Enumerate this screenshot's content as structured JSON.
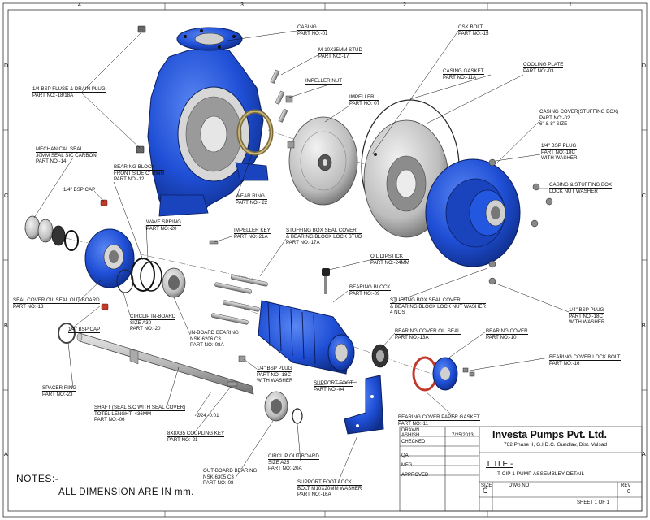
{
  "grid": {
    "top_cols": [
      "4",
      "3",
      "2",
      "1"
    ],
    "rows": [
      "D",
      "C",
      "B",
      "A"
    ]
  },
  "labels": {
    "casing": [
      "CASING.",
      "PART NO:-01"
    ],
    "stud": [
      "M-10X35mm STUD",
      "PART NO:-17"
    ],
    "plug_drain": [
      "1/4 BSP FLUSE & DRAIN PLUG",
      "PART NO:-18/18A"
    ],
    "csk_bolt": [
      "CSK BOLT",
      "PART NO:-15"
    ],
    "casing_gasket": [
      "CASING GASKET",
      "PART NO:-11A"
    ],
    "cooling_plate": [
      "COOLING PLATE",
      "PART NO:-03"
    ],
    "impeller_nut": [
      "IMPELLER NUT"
    ],
    "impeller": [
      "IMPELLER",
      "PART NO: 07"
    ],
    "casing_cover": [
      "CASING COVER(STUFFING BOX)",
      "PART NO:-02",
      "6\" & 8\" SIZE"
    ],
    "mech_seal": [
      "MECHANICAL SEAL",
      "30mm SEAL SIC CARBON",
      "PART NO:-14"
    ],
    "bearing_block_oring": [
      "BEARING BLOCK",
      "FRONT SIDE O' RING",
      "PART NO:-12"
    ],
    "bsp_plug_18c_top": [
      "1/4\" BSP PLUG",
      "PART NO:-18C",
      "WITH WASHER"
    ],
    "bsp_cap_top": [
      "1/4\" BSP CAP"
    ],
    "wear_ring": [
      "WEAR RING",
      "PART NO:- 22"
    ],
    "lock_nut_washer": [
      "CASING & STUFFING BOX",
      "LOCK NUT WASHER"
    ],
    "wave_spring": [
      "WAVE SPRING",
      "PART NO:-20"
    ],
    "impeller_key": [
      "IMPELLER KEY",
      "PART NO:-21A"
    ],
    "sb_cover_stud": [
      "STUFFING BOX SEAL COVER",
      "& BEARING BLOCK LOCK STUD",
      "PART NO:-17A"
    ],
    "oil_dipstick": [
      "OIL DIPSTICK",
      "PART NO:-24mm"
    ],
    "bearing_block": [
      "BEARING BLOCK",
      "PART NO:-09"
    ],
    "sb_lock_nut_washer": [
      "STUFFING BOX SEAL COVER",
      "& BEARING BLOCK LOCK NUT WASHER",
      "4 NOS"
    ],
    "seal_cover_outboard": [
      "SEAL COVER OIL SEAL OUT-BOARD",
      "PART NO:-13"
    ],
    "circlip_inboard": [
      "CIRCLIP IN-BOARD",
      "SIZE A30",
      "PART NO:-20"
    ],
    "bsp_plug_18c_right": [
      "1/4\" BSP PLUG",
      "PART NO:-18C",
      "WITH WASHER"
    ],
    "bsp_cap_mid": [
      "1/4\" BSP CAP"
    ],
    "inboard_bearing": [
      "IN-BOARD BEARING",
      "NSK 6206 C3",
      "PART NO:-08A"
    ],
    "bearing_cover_oil_seal": [
      "BEARING COVER OIL SEAL",
      "PART NO:-13A"
    ],
    "bearing_cover": [
      "BEARING COVER",
      "PART NO:-10"
    ],
    "bearing_cover_lock_bolt": [
      "BEARING COVER LOCK BOLT",
      "PART NO:-16"
    ],
    "bsp_plug_18c_bottom": [
      "1/4\" BSP PLUG",
      "PART NO:-18C",
      "WITH WASHER"
    ],
    "spacer_ring": [
      "SPACER RING",
      "PART NO:-23"
    ],
    "support_foot": [
      "SUPPORT FOOT",
      "PART NO:-04"
    ],
    "shaft": [
      "SHAFT (SEAL S/C WITH SEAL COVER)",
      "TOTEL LENGHT:-436mm",
      "PART NO:-06"
    ],
    "dia": [
      "Ø24 -0.01"
    ],
    "coupling_key": [
      "8x8x35 COUPLING KEY",
      "PART NO:-21"
    ],
    "bc_paper_gasket": [
      "BEARING COVER PAPER GASKET",
      "PART NO:-11"
    ],
    "circlip_outboard": [
      "CIRCLIP OUT-BOARD",
      "SIZE A25",
      "PART NO:-20A"
    ],
    "outboard_bearing": [
      "OUT-BOARD BEARING",
      "NSK 6305 C3",
      "PART NO:-08"
    ],
    "support_foot_lock": [
      "SUPPORT FOOT LOCK",
      "BOLT M10X20mm WASHER",
      "PART NO:-16A"
    ]
  },
  "notes": {
    "heading": "NOTES:-",
    "body": "ALL DIMENSION ARE IN mm."
  },
  "title_block": {
    "drawn": "DRAWN",
    "drawn_by": "ASHISH",
    "date": "7/25/2013",
    "checked": "CHECKED",
    "qa": "QA",
    "mfg": "MFG",
    "approved": "APPROVED",
    "company": "Investa Pumps Pvt. Ltd.",
    "address": "762 Phase II, G.I.D.C. Gundlav, Dist. Valsad",
    "title_label": "TITLE:-",
    "title": "T-CIP 1 PUMP ASSEMBLEY DETAIL",
    "size_label": "SIZE",
    "size": "C",
    "dwg_label": "DWG NO",
    "dwg_no": ".",
    "rev_label": "REV",
    "rev": "0",
    "sheet": "SHEET 1  OF  1"
  },
  "colors": {
    "part_blue": "#1f4fd6",
    "part_blue_dark": "#0f2e8a",
    "metal": "#c9c9c9",
    "metal_dark": "#7d7d7d",
    "gasket_red": "#c0392b",
    "ink": "#111111"
  }
}
